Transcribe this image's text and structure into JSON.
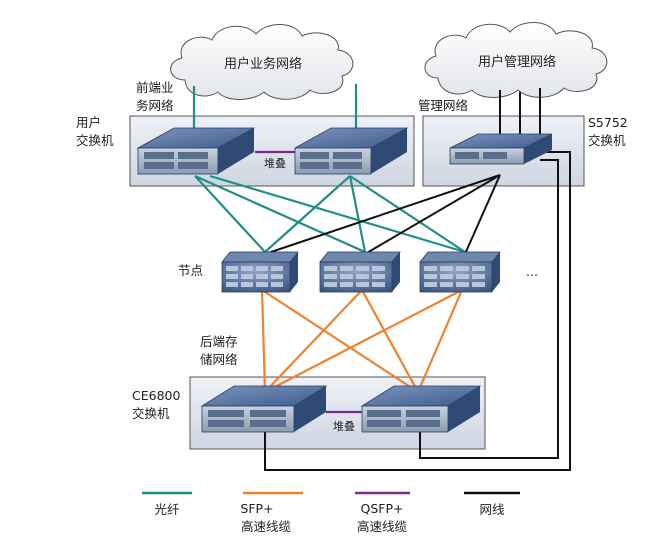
{
  "clouds": {
    "business": "用户业务网络",
    "management": "用户管理网络"
  },
  "labels": {
    "front_network": [
      "前端业",
      "务网络"
    ],
    "user_switch": [
      "用户",
      "交换机"
    ],
    "mgmt_network": "管理网络",
    "s5752_switch": [
      "S5752",
      "交换机"
    ],
    "stack_top": "堆叠",
    "node": "节点",
    "ellipsis": "...",
    "back_network": [
      "后端存",
      "储网络"
    ],
    "ce6800_switch": [
      "CE6800",
      "交换机"
    ],
    "stack_bottom": "堆叠"
  },
  "legend": [
    {
      "lines": [
        "光纤"
      ],
      "color": "#1f8f88"
    },
    {
      "lines": [
        "SFP+",
        "高速线缆"
      ],
      "color": "#f0822d"
    },
    {
      "lines": [
        "QSFP+",
        "高速线缆"
      ],
      "color": "#7a2a8a"
    },
    {
      "lines": [
        "网线"
      ],
      "color": "#111111"
    }
  ],
  "colors": {
    "fiber": "#1f8f88",
    "sfp": "#f0822d",
    "qsfp": "#7a2a8a",
    "cable": "#111111",
    "switch_body": "#3a5a8c",
    "box_fill": "#dfe4ec"
  }
}
